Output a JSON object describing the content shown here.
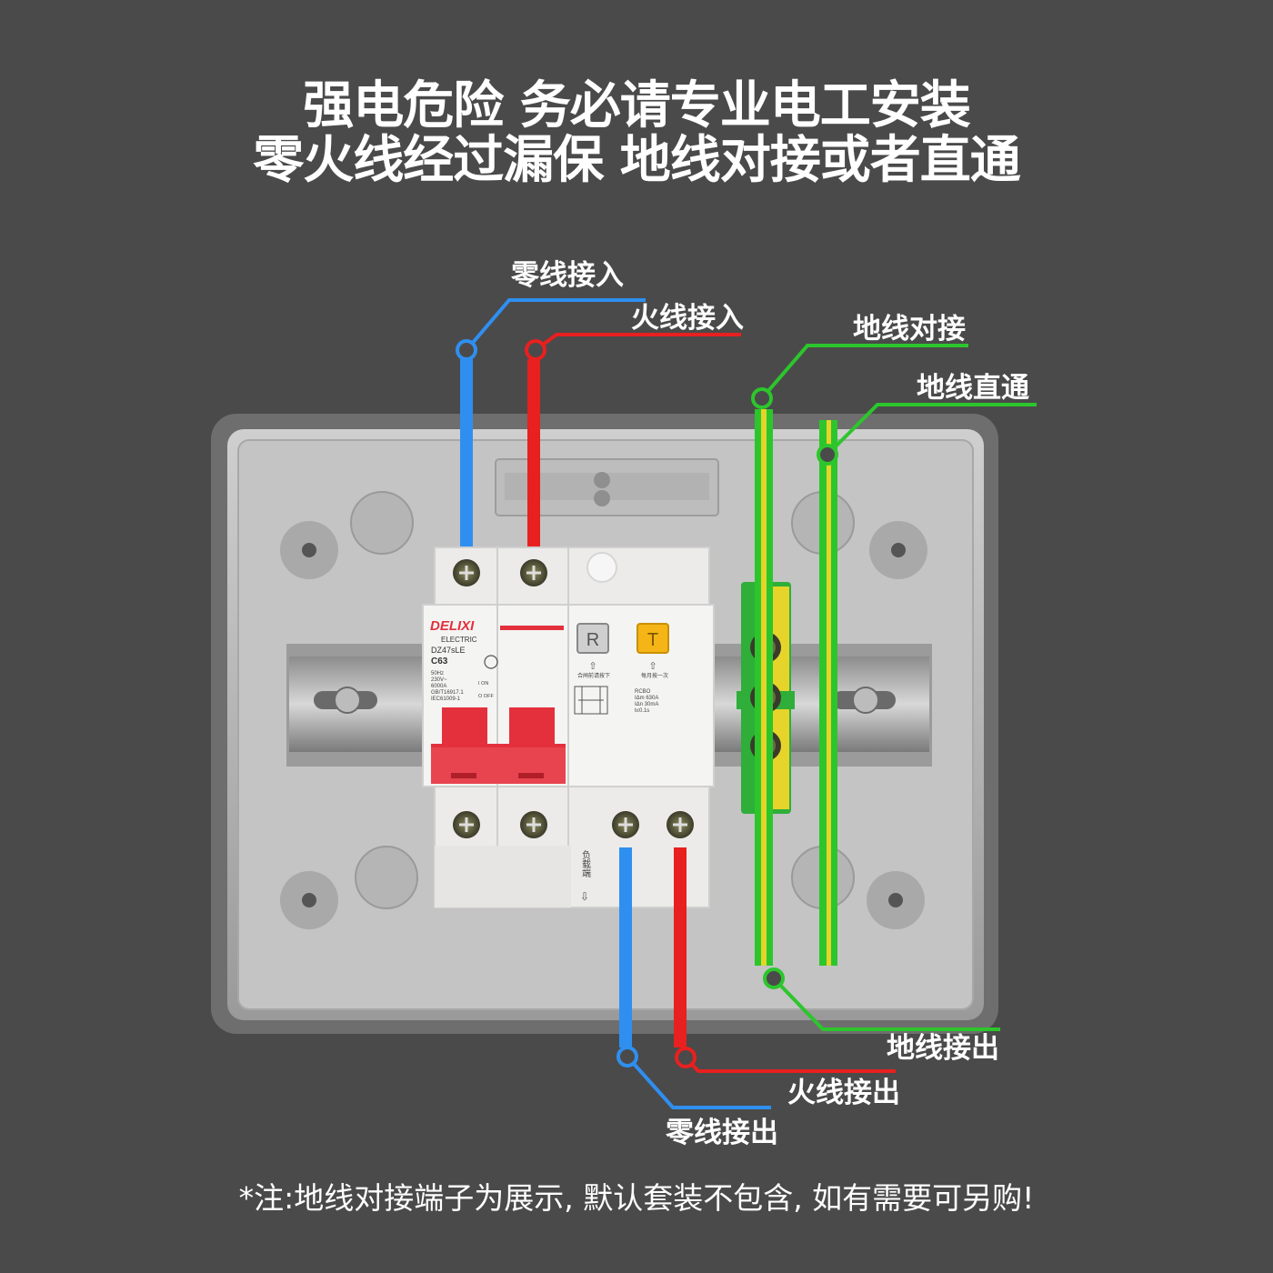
{
  "headline": {
    "line1": "强电危险 务必请专业电工安装",
    "line2": "零火线经过漏保 地线对接或者直通"
  },
  "labels": {
    "neutral_in": "零线接入",
    "live_in": "火线接入",
    "earth_join": "地线对接",
    "earth_through": "地线直通",
    "earth_out": "地线接出",
    "live_out": "火线接出",
    "neutral_out": "零线接出"
  },
  "breaker": {
    "brand": "DELIXI",
    "brand_sub": "ELECTRIC",
    "model": "DZ47sLE",
    "rating": "C63",
    "spec_lines": [
      "50Hz",
      "230V~",
      "6000A",
      "GB/T16917.1",
      "IEC61009-1"
    ],
    "on_label": "I ON",
    "off_label": "O OFF",
    "reset_button": "R",
    "test_button": "T",
    "reset_caption": "合闸前请按下",
    "test_caption": "每月按一次",
    "rcbo_lines": [
      "RCBO",
      "IΔm 630A",
      "IΔn 30mA",
      "t≤0.1s"
    ],
    "load_label": "负载端"
  },
  "footnote": "*注:地线对接端子为展示, 默认套装不包含, 如有需要可另购!",
  "colors": {
    "background": "#4a4a4a",
    "neutral_wire": "#2f8ff0",
    "live_wire": "#e8201f",
    "earth_wire": "#2cc62c",
    "earth_yellow": "#e6d42a",
    "breaker_red": "#e3303c"
  }
}
